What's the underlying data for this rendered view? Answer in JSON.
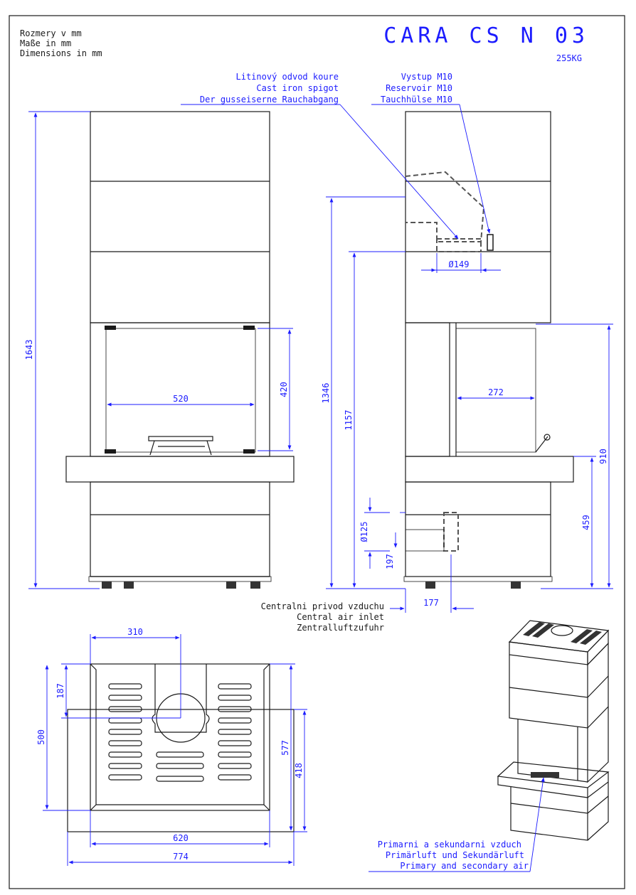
{
  "title": "CARA CS N 03",
  "weight": "255KG",
  "units_note": [
    "Rozmery v mm",
    "Maße in mm",
    "Dimensions in mm"
  ],
  "callouts": {
    "spigot": [
      "Litinový odvod koure",
      "Cast iron spigot",
      "Der gusseiserne Rauchabgang"
    ],
    "reservoir": [
      "Vystup M10",
      "Reservoir M10",
      "Tauchhülse M10"
    ],
    "central_air": [
      "Centralni privod vzduchu",
      "Central air inlet",
      "Zentralluftzufuhr"
    ],
    "primary_air": [
      "Primarni a sekundarni vzduch",
      "Primärluft und Sekundärluft",
      "Primary and secondary air"
    ]
  },
  "dimensions": {
    "front_height": "1643",
    "front_window_width": "520",
    "front_window_height": "420",
    "side_flue_height": "1346",
    "side_back_height": "1157",
    "flue_diameter": "Ø149",
    "side_window_width": "272",
    "side_window_height": "910",
    "side_bench_height": "459",
    "air_inlet_diameter": "Ø125",
    "air_inlet_height": "197",
    "air_inlet_depth": "177",
    "top_flue_offset": "310",
    "top_flue_depth": "187",
    "top_depth": "500",
    "top_bench_depth": "577",
    "top_body_depth": "418",
    "top_body_width": "620",
    "top_bench_width": "774"
  }
}
